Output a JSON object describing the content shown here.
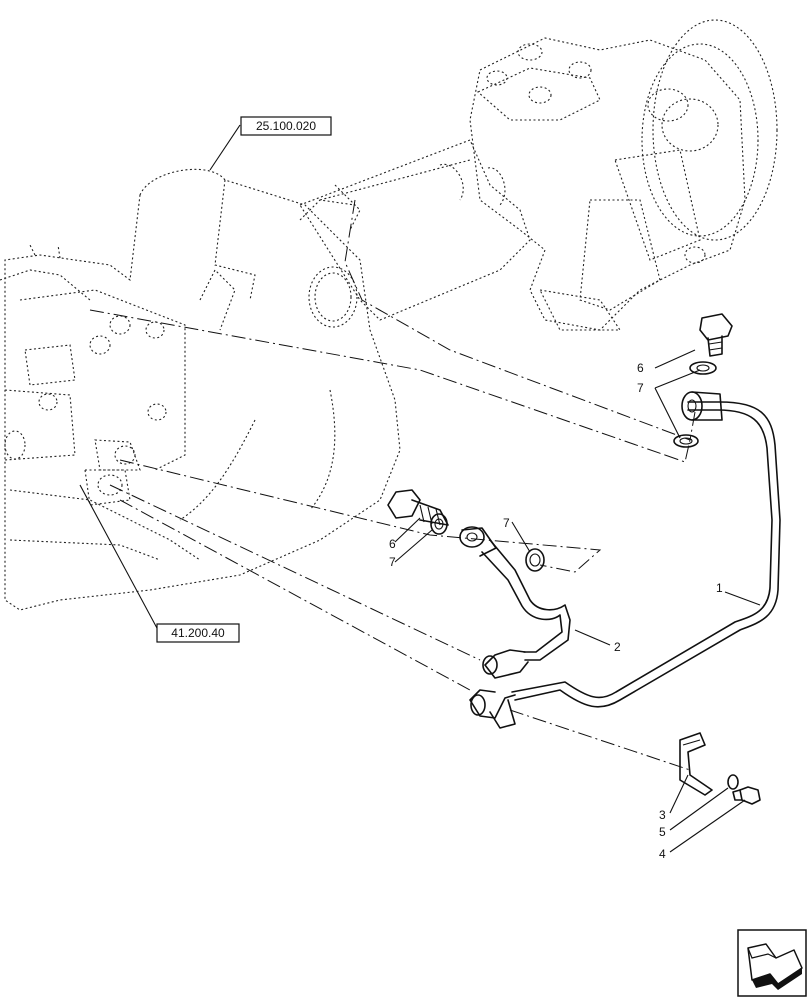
{
  "references": {
    "ref_upper": "25.100.020",
    "ref_lower": "41.200.40"
  },
  "callouts": {
    "c1": "1",
    "c2": "2",
    "c3": "3",
    "c4": "4",
    "c5": "5",
    "c6_upper": "6",
    "c7_upper": "7",
    "c6_left": "6",
    "c7_left": "7",
    "c7_mid": "7"
  },
  "icons": {
    "navigation": "next-page-arrow-icon"
  }
}
